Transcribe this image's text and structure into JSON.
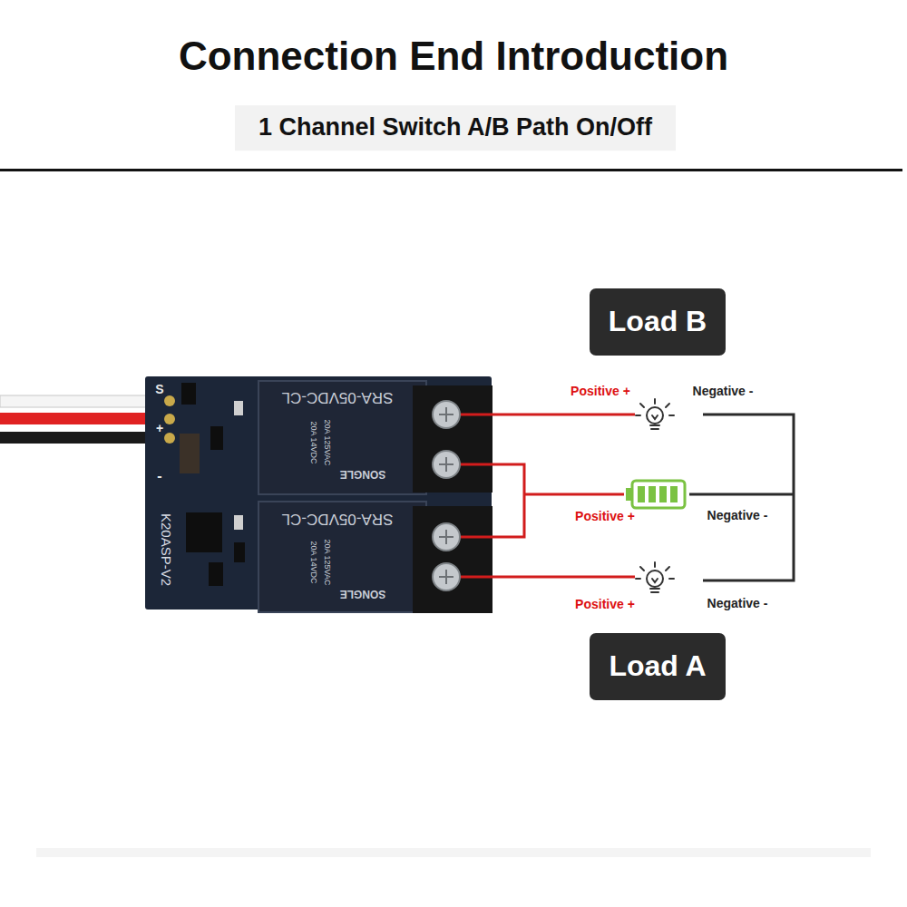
{
  "diagram": {
    "title": "Connection End Introduction",
    "nodes": [
      {
        "text": [
          "Load B"
        ]
      },
      {
        "text": [
          "Load A"
        ]
      }
    ],
    "labels": [
      "1 Channel Switch A/B Path On/Off",
      "S",
      "+",
      "-",
      "K20ASP-V2",
      "SRA-05VDC-CL",
      "20A 14VDC",
      "20A 125VAC",
      "SONGLE",
      "SRA-05VDC-CL",
      "20A 14VDC",
      "20A 125VAC",
      "SONGLE",
      "Positive +",
      "Negative -",
      "Positive +",
      "Negative -",
      "Positive +",
      "Negative -"
    ]
  }
}
